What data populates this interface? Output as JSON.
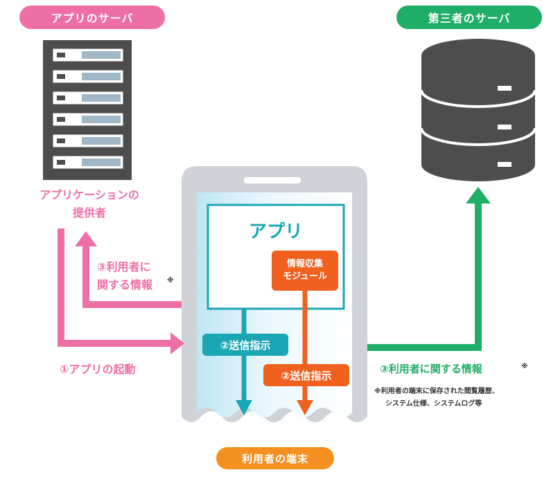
{
  "labels": {
    "app_server": "アプリのサーバ",
    "third_party_server": "第三者のサーバ",
    "provider_line1": "アプリケーションの",
    "provider_line2": "提供者",
    "app": "アプリ",
    "module_line1": "情報収集",
    "module_line2": "モジュール",
    "step3_user_info_line1": "③利用者に",
    "step3_user_info_line2": "関する情報",
    "note_mark": "※",
    "step1_launch": "①アプリの起動",
    "step2_send_teal": "②送信指示",
    "step2_send_orange": "②送信指示",
    "step3_user_info_right": "③利用者に関する情報",
    "note_line1": "※利用者の端末に保存された閲覧履歴、",
    "note_line2": "システム仕様、システムログ等",
    "user_device": "利用者の端末"
  },
  "colors": {
    "pink": "#ee6fa6",
    "green": "#1fae66",
    "teal": "#1aa6b4",
    "orange": "#f0601e",
    "orange_pill": "#f39020",
    "server_dark": "#4d4d4d",
    "device_gray": "#cfd3d8"
  }
}
